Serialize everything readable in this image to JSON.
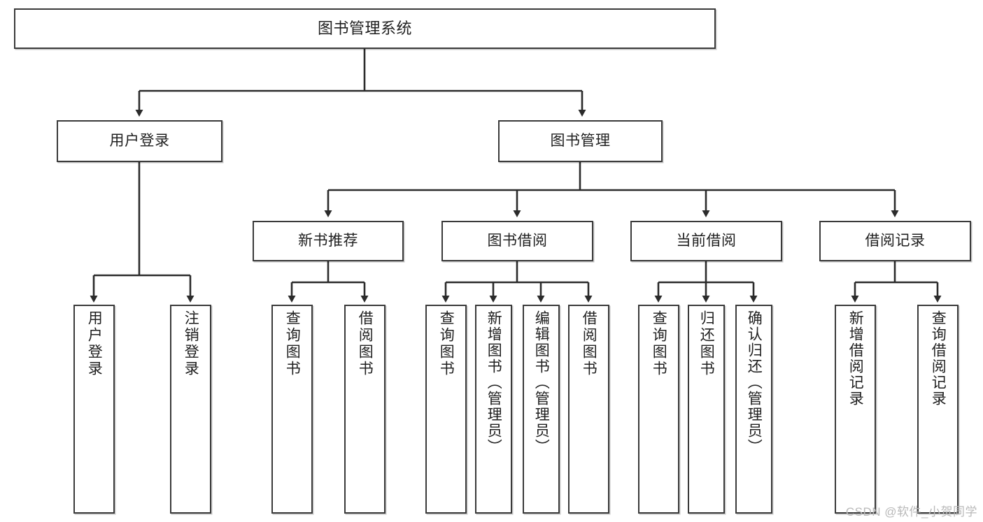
{
  "diagram": {
    "title": "图书管理系统",
    "type": "tree-hierarchy-chart",
    "watermark": "CSDN @软件_小贺同学",
    "colors": {
      "box_border": "#3a3a3a",
      "box_fill": "#ffffff",
      "edge": "#2b2b2b",
      "text": "#202020",
      "watermark": "#b9b9b9"
    },
    "root": {
      "label": "图书管理系统"
    },
    "level1": [
      {
        "label": "用户登录"
      },
      {
        "label": "图书管理"
      }
    ],
    "level2": [
      {
        "label": "新书推荐"
      },
      {
        "label": "图书借阅"
      },
      {
        "label": "当前借阅"
      },
      {
        "label": "借阅记录"
      }
    ],
    "leaves": {
      "user_login": [
        {
          "label": "用户登录"
        },
        {
          "label": "注销登录"
        }
      ],
      "new_book": [
        {
          "label": "查询图书"
        },
        {
          "label": "借阅图书"
        }
      ],
      "book_borrow": [
        {
          "label": "查询图书"
        },
        {
          "label": "新增图书（管理员）"
        },
        {
          "label": "编辑图书（管理员）"
        },
        {
          "label": "借阅图书"
        }
      ],
      "current_borrow": [
        {
          "label": "查询图书"
        },
        {
          "label": "归还图书"
        },
        {
          "label": "确认归还（管理员）"
        }
      ],
      "borrow_record": [
        {
          "label": "新增借阅记录"
        },
        {
          "label": "查询借阅记录"
        }
      ]
    }
  }
}
